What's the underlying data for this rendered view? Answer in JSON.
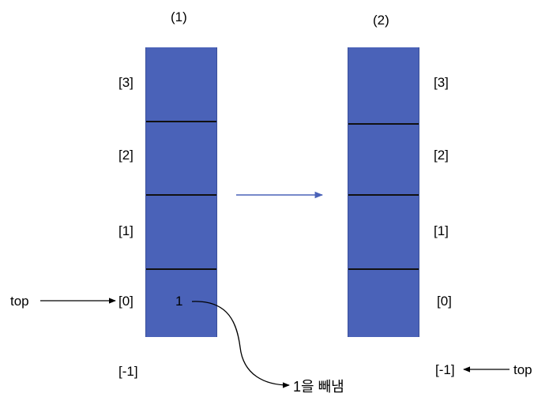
{
  "diagram": {
    "left_stack": {
      "title": "(1)",
      "index_labels": [
        "[3]",
        "[2]",
        "[1]",
        "[0]",
        "[-1]"
      ],
      "cell_value": "1",
      "top_pointer": "top"
    },
    "right_stack": {
      "title": "(2)",
      "index_labels": [
        "[3]",
        "[2]",
        "[1]",
        "[0]",
        "[-1]"
      ],
      "top_pointer": "top"
    },
    "pop_note": "1을 빼냄",
    "colors": {
      "stack_fill": "#4a62b8",
      "transition_arrow": "#4a62b8",
      "divider": "#111111"
    }
  }
}
